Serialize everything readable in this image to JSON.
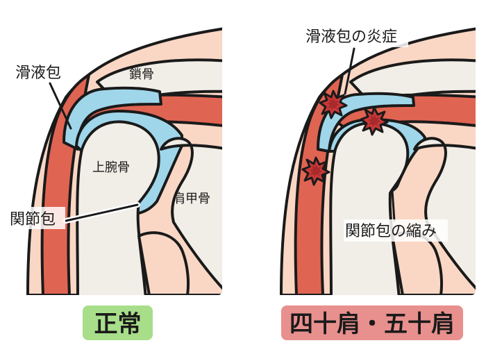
{
  "panels": {
    "normal": {
      "bursa_label": "滑液包",
      "clavicle_label": "鎖骨",
      "humerus_label": "上腕骨",
      "scapula_label": "肩甲骨",
      "capsule_label": "関節包",
      "caption": "正常"
    },
    "frozen": {
      "bursitis_label": "滑液包の炎症",
      "capsule_shrink_label": "関節包の縮み",
      "caption": "四十肩・五十肩"
    }
  },
  "colors": {
    "skin": "#f9d7c4",
    "muscle": "#e06452",
    "bursa": "#9fd6ea",
    "bone": "#f1ede7",
    "inflammation": "#c83838",
    "normal_badge": "#a8de8a",
    "frozen_badge": "#e8908d"
  },
  "icons": {
    "inflammation": "starburst-icon"
  }
}
